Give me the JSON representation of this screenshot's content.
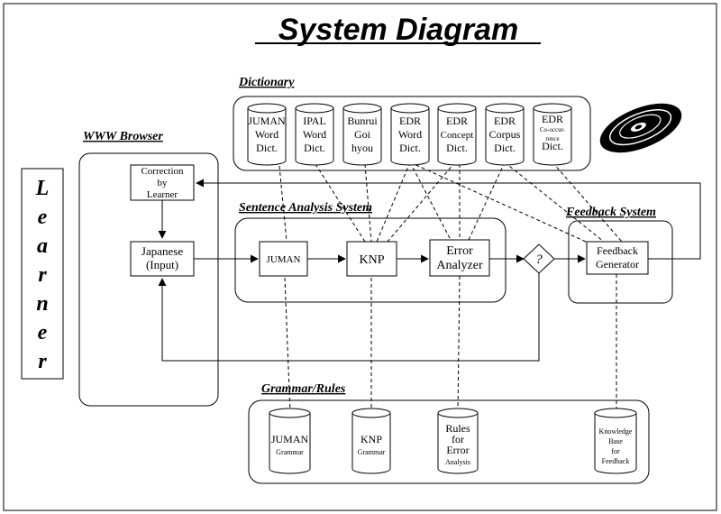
{
  "title": "System Diagram",
  "sections": {
    "dictionary": "Dictionary",
    "www_browser": "WWW Browser",
    "sentence_analysis": "Sentence Analysis System",
    "feedback_system": "Feedback System",
    "grammar_rules": "Grammar/Rules"
  },
  "learner": [
    "L",
    "e",
    "a",
    "r",
    "n",
    "e",
    "r"
  ],
  "dictionaries": [
    [
      "JUMAN",
      "Word",
      "Dict."
    ],
    [
      "IPAL",
      "Word",
      "Dict."
    ],
    [
      "Bunrui",
      "Goi",
      "hyou"
    ],
    [
      "EDR",
      "Word",
      "Dict."
    ],
    [
      "EDR",
      "Concept",
      "Dict."
    ],
    [
      "EDR",
      "Corpus",
      "Dict."
    ],
    [
      "EDR",
      "Co-occur-",
      "rence",
      "Dict."
    ]
  ],
  "boxes": {
    "correction": [
      "Correction",
      "by",
      "Learner"
    ],
    "japanese_input": [
      "Japanese",
      "(Input)"
    ],
    "juman": [
      "JUMAN"
    ],
    "knp": [
      "KNP"
    ],
    "error_analyzer": [
      "Error",
      "Analyzer"
    ],
    "decision": "?",
    "feedback_generator": [
      "Feedback",
      "Generator"
    ]
  },
  "grammar": [
    [
      "JUMAN",
      "Grammar"
    ],
    [
      "KNP",
      "Grammar"
    ],
    [
      "Rules",
      "for",
      "Error",
      "Analysis"
    ],
    [
      "Knowledge",
      "Base",
      "for",
      "Feedback"
    ]
  ]
}
